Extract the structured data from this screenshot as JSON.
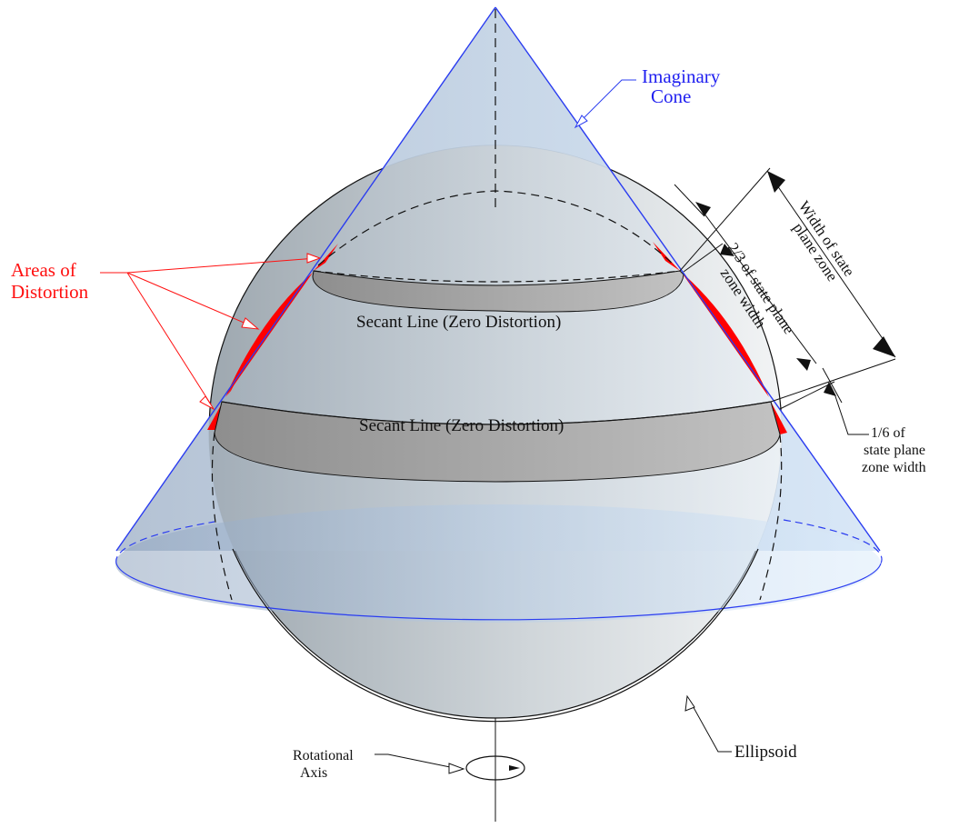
{
  "labels": {
    "imaginary_cone_line1": "Imaginary",
    "imaginary_cone_line2": "Cone",
    "areas_line1": "Areas of",
    "areas_line2": "Distortion",
    "secant_upper": "Secant Line (Zero Distortion)",
    "secant_lower": "Secant Line (Zero Distortion)",
    "width_line1": "Width of state",
    "width_line2": "plane zone",
    "two_thirds_line1": "2/3 of state plane",
    "two_thirds_line2": "zone width",
    "one_sixth_line1": "1/6 of",
    "one_sixth_line2": "state plane",
    "one_sixth_line3": "zone width",
    "ellipsoid": "Ellipsoid",
    "rotational_line1": "Rotational",
    "rotational_line2": "Axis"
  },
  "colors": {
    "cone_outline": "#2a3cf0",
    "cone_fill_top": "#c4d4e6",
    "cone_base_fill": "#b9cde6",
    "ellipsoid_left": "#9fa9b0",
    "ellipsoid_right": "#f1f3f4",
    "secant_band": "#a6a6a6",
    "distortion": "#ff0000",
    "blue_text": "#1f1ff0",
    "red_text": "#ff1010"
  }
}
